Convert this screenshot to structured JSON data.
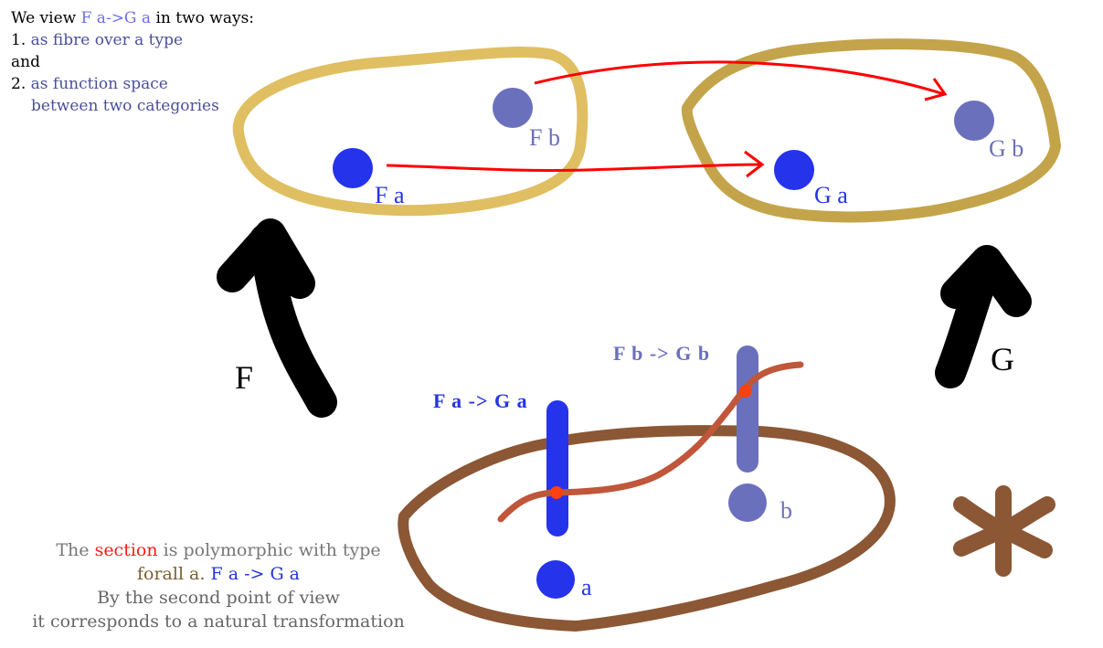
{
  "intro": {
    "line1_prefix": "We view ",
    "line1_highlight": "F a->G a",
    "line1_suffix": " in two ways:",
    "item1_number": "1.",
    "item1_text": "as fibre over a type",
    "conjunction": "and",
    "item2_number": "2.",
    "item2_text_line1": "as function space",
    "item2_text_line2": "between two categories"
  },
  "top_left_set": {
    "point_fa_label": "F a",
    "point_fb_label": "F b"
  },
  "top_right_set": {
    "point_ga_label": "G a",
    "point_gb_label": "G b"
  },
  "functor_labels": {
    "f": "F",
    "g": "G"
  },
  "bottom_set": {
    "fibre_a_label": "F a -> G a",
    "fibre_b_label": "F b -> G b",
    "point_a_label": "a",
    "point_b_label": "b"
  },
  "caption": {
    "line1_prefix": "The ",
    "line1_highlight": "section",
    "line1_suffix": " is polymorphic with type",
    "line2_forall": "forall a.",
    "line2_type": " F a -> G a",
    "line3": "By the second point of view",
    "line4": "it corresponds to a natural transformation"
  },
  "colors": {
    "category_f_outline": "#dfbf62",
    "category_g_outline": "#c4a44a",
    "base_type_outline": "#8b5735",
    "point_a": "#2533ea",
    "point_b": "#6b70bc",
    "arrow_red": "#ff0000",
    "section_curve": "#c0563a",
    "section_point": "#ff4010",
    "functor_arrow": "#000000",
    "asterisk": "#8b5735"
  }
}
